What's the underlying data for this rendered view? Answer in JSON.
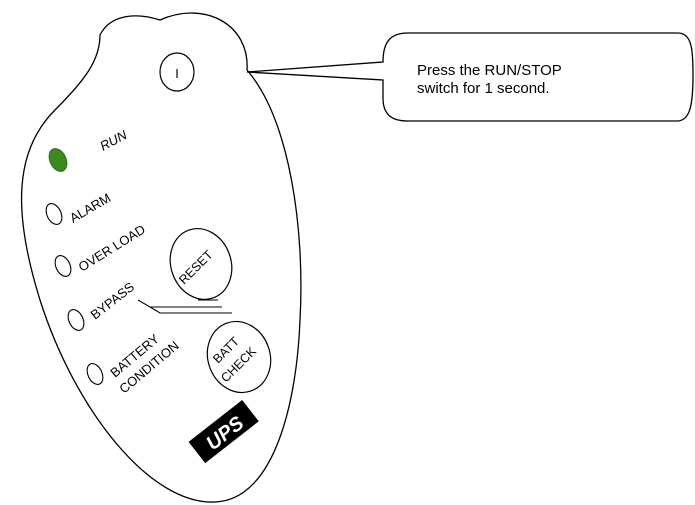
{
  "callout": {
    "line1": "Press  the  RUN/STOP",
    "line2": "switch for 1 second."
  },
  "indicators": {
    "run": {
      "label": "RUN",
      "state": "on",
      "color": "#3a8a1e"
    },
    "alarm": {
      "label": "ALARM",
      "state": "off"
    },
    "overload": {
      "label": "OVER LOAD",
      "state": "off"
    },
    "bypass": {
      "label": "BYPASS",
      "state": "off"
    },
    "battery": {
      "label_line1": "BATTERY",
      "label_line2": "CONDITION",
      "state": "off"
    }
  },
  "buttons": {
    "power_symbol": "I",
    "reset": "RESET",
    "batt_check_line1": "BATT",
    "batt_check_line2": "CHECK"
  },
  "logo": {
    "text": "UPS"
  }
}
